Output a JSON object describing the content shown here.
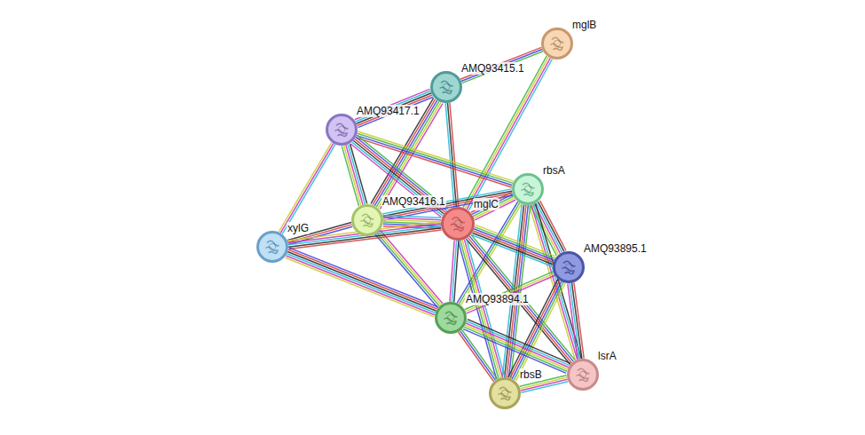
{
  "diagram": {
    "nodes": [
      {
        "text": [
          "mglB"
        ]
      },
      {
        "text": [
          "AMQ93415.1"
        ]
      },
      {
        "text": [
          "AMQ93417.1"
        ]
      },
      {
        "text": [
          "rbsA"
        ]
      },
      {
        "text": [
          "AMQ93416.1"
        ]
      },
      {
        "text": [
          "mglC"
        ]
      },
      {
        "text": [
          "xylG"
        ]
      },
      {
        "text": [
          "AMQ93895.1"
        ]
      },
      {
        "text": [
          "AMQ93894.1"
        ]
      },
      {
        "text": [
          "lsrA"
        ]
      },
      {
        "text": [
          "rbsB"
        ]
      }
    ],
    "edges": [
      {
        "from": 0,
        "to": 1,
        "arrow": "none"
      },
      {
        "from": 0,
        "to": 5,
        "arrow": "none"
      },
      {
        "from": 1,
        "to": 2,
        "arrow": "none"
      },
      {
        "from": 1,
        "to": 4,
        "arrow": "none"
      },
      {
        "from": 1,
        "to": 5,
        "arrow": "none"
      },
      {
        "from": 2,
        "to": 3,
        "arrow": "none"
      },
      {
        "from": 2,
        "to": 4,
        "arrow": "none"
      },
      {
        "from": 2,
        "to": 5,
        "arrow": "none"
      },
      {
        "from": 2,
        "to": 6,
        "arrow": "none"
      },
      {
        "from": 3,
        "to": 4,
        "arrow": "none"
      },
      {
        "from": 3,
        "to": 5,
        "arrow": "none"
      },
      {
        "from": 3,
        "to": 7,
        "arrow": "none"
      },
      {
        "from": 3,
        "to": 8,
        "arrow": "none"
      },
      {
        "from": 3,
        "to": 9,
        "arrow": "none"
      },
      {
        "from": 3,
        "to": 10,
        "arrow": "none"
      },
      {
        "from": 4,
        "to": 5,
        "arrow": "none"
      },
      {
        "from": 4,
        "to": 6,
        "arrow": "none"
      },
      {
        "from": 4,
        "to": 8,
        "arrow": "none"
      },
      {
        "from": 5,
        "to": 6,
        "arrow": "none"
      },
      {
        "from": 5,
        "to": 7,
        "arrow": "none"
      },
      {
        "from": 5,
        "to": 8,
        "arrow": "none"
      },
      {
        "from": 5,
        "to": 9,
        "arrow": "none"
      },
      {
        "from": 5,
        "to": 10,
        "arrow": "none"
      },
      {
        "from": 6,
        "to": 8,
        "arrow": "none"
      },
      {
        "from": 7,
        "to": 8,
        "arrow": "none"
      },
      {
        "from": 7,
        "to": 9,
        "arrow": "none"
      },
      {
        "from": 7,
        "to": 10,
        "arrow": "none"
      },
      {
        "from": 8,
        "to": 9,
        "arrow": "none"
      },
      {
        "from": 8,
        "to": 10,
        "arrow": "none"
      },
      {
        "from": 9,
        "to": 10,
        "arrow": "none"
      }
    ]
  }
}
